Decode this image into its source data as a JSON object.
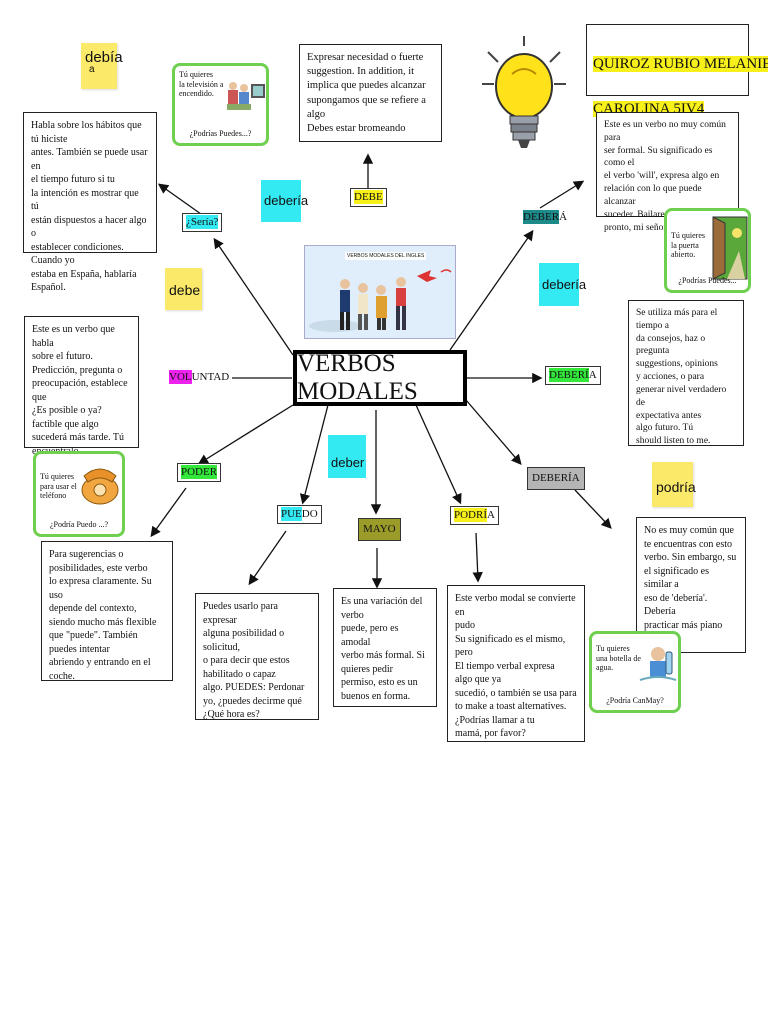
{
  "colors": {
    "sticky": "#fbe96a",
    "cyan": "#33e9f2",
    "card_border": "#6fcf4f",
    "yellow_hl": "#f7f01a",
    "teal_hl": "#1e8b8b",
    "green_hl": "#33e83a",
    "magenta_hl": "#ee22ee",
    "olive_hl": "#9b9b2a",
    "gray_hl": "#b5b5b5"
  },
  "author": {
    "line1": "QUIROZ RUBIO MELANIE",
    "line2": "CAROLINA 5IV4"
  },
  "center": {
    "title": "VERBOS MODALES",
    "image_caption": "VERBOS MODALES DEL INGLES"
  },
  "labels": {
    "debe": {
      "hl": "DEBE",
      "rest": ""
    },
    "sera": {
      "hl": "¿Sería?",
      "rest": ""
    },
    "debera": {
      "hl": "DEBER",
      "rest": "Á"
    },
    "voluntad": {
      "hl": "VOL",
      "rest": "UNTAD"
    },
    "deberia_right": {
      "hl": "DEBERÍ",
      "rest": "A"
    },
    "poder": {
      "hl": "PODER",
      "rest": ""
    },
    "puedo": {
      "hl": "PUE",
      "rest": "DO"
    },
    "mayo": {
      "hl": "MAYO",
      "rest": ""
    },
    "podria": {
      "hl": "PODRÍ",
      "rest": "A"
    },
    "deberia_gray": {
      "hl": "DEBERÍA",
      "rest": ""
    }
  },
  "stickies": {
    "debia": {
      "top": "debía",
      "bottom": "a"
    },
    "debe": "debe",
    "podria": "podría"
  },
  "cyans": {
    "deberia_top": "debería",
    "deberia_right": "debería",
    "deber": "deber"
  },
  "boxes": {
    "top_center": "Expresar necesidad o fuerte\nsuggestion. In addition, it\nimplica que puedes alcanzar\nsupongamos que se refiere a algo\nDebes estar bromeando",
    "top_left": "Habla sobre los hábitos que tú hiciste\nantes. También se puede usar en\nel tiempo futuro si tu\nla intención es mostrar que tú\nestán dispuestos a hacer algo o\nestablecer condiciones. Cuando yo\nestaba en España, hablaría\nEspañol.",
    "top_right": "Este es un verbo no muy común para\nser formal. Su significado es como el\nel verbo 'will', expresa algo en\nrelación con lo que puede alcanzar\nsuceder. Bailaremos juntos\npronto, mi señora",
    "mid_right": "Se utiliza más para el tiempo a\nda consejos, haz o pregunta\nsuggestions, opinions\ny acciones, o para\ngenerar nivel verdadero de\nexpectativa antes\nalgo futuro. Tú\nshould listen to me.",
    "mid_left": "Este es un verbo que habla\nsobre el futuro.\nPredicción, pregunta o\npreocupación, establece que\n¿Es posible o ya?\nfactible que algo\nsucederá más tarde. Tú\nencuentralo.",
    "poder_box": "Para sugerencias o\nposibilidades, este verbo\nlo expresa claramente. Su uso\ndepende del contexto,\nsiendo mucho más flexible\nque \"puede\". También puedes intentar\nabriendo y entrando en el\ncoche.",
    "puedo_box": "Puedes usarlo para expresar\nalguna posibilidad o solicitud,\no para decir que estos\nhabilitado o capaz\nalgo. PUEDES: Perdonar\nyo, ¿puedes decirme qué\n¿Qué hora es?",
    "mayo_box": "Es una variación del verbo\npuede, pero es amodal\nverbo más formal. Si\nquieres pedir\npermiso, esto es un\nbuenos en forma.",
    "podria_box": "Este verbo modal se convierte en\npudo\nSu significado es el mismo, pero\nEl tiempo verbal expresa\nalgo que ya\nsucedió, o también se usa para\nto make a toast alternatives.\n¿Podrías llamar a tu\nmamá, por favor?",
    "deberia_box": "No es muy común que\nte encuentras con esto\nverbo. Sin embargo, su\nel significado es similar a\neso de 'debería'. Debería\npracticar más piano"
  },
  "cards": {
    "tv": {
      "text": "Tú quieres\nla televisión a\nencendido.",
      "question": "¿Podrías Puedes...?"
    },
    "door": {
      "text": "Tú quieres\nla puerta\nabierto.",
      "question": "¿Podrías Puedes..."
    },
    "phone": {
      "text": "Tú quieres\npara usar el\nteléfono",
      "question": "¿Podría Puedo ...?"
    },
    "water": {
      "text": "Tu quieres\nuna botella de\nagua.",
      "question": "¿Podría CanMay?"
    }
  }
}
